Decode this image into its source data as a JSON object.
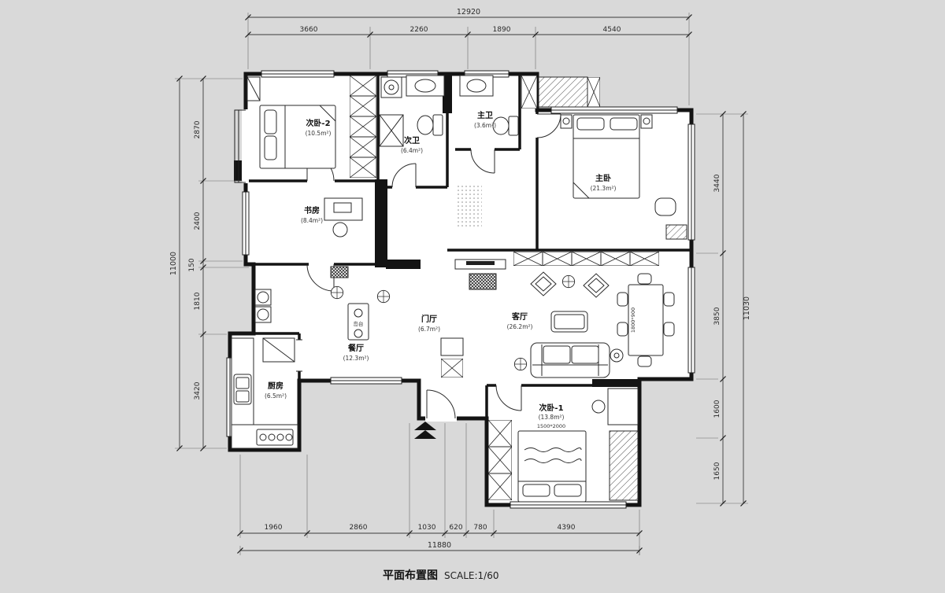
{
  "title": {
    "main": "平面布置图",
    "scale": "SCALE:1/60"
  },
  "dims": {
    "top_total": "12920",
    "top": [
      "3660",
      "2260",
      "1890",
      "4540"
    ],
    "left_total": "11000",
    "left": [
      "2870",
      "2400",
      "150",
      "1810",
      "3420"
    ],
    "right_total": "11030",
    "right": [
      "3440",
      "3850",
      "1600",
      "1650"
    ],
    "bottom_total": "11880",
    "bottom": [
      "1960",
      "2860",
      "1030",
      "620",
      "780",
      "4390"
    ]
  },
  "rooms": {
    "bedroom2": {
      "name": "次卧-2",
      "area": "(10.5m²)"
    },
    "bath2": {
      "name": "次卫",
      "area": "(6.4m²)"
    },
    "master_bath": {
      "name": "主卫",
      "area": "(3.6m²)"
    },
    "master_bedroom": {
      "name": "主卧",
      "area": "(21.3m²)"
    },
    "study": {
      "name": "书房",
      "area": "(8.4m²)"
    },
    "foyer": {
      "name": "门厅",
      "area": "(6.7m²)"
    },
    "living": {
      "name": "客厅",
      "area": "(26.2m²)"
    },
    "dining": {
      "name": "餐厅",
      "area": "(12.3m²)"
    },
    "kitchen": {
      "name": "厨房",
      "area": "(6.5m²)"
    },
    "bedroom1": {
      "name": "次卧-1",
      "area": "(13.8m²)"
    }
  },
  "annotations": {
    "dining_table_size": "1800*900",
    "bed_size": "1500*2000",
    "island": "岛台"
  },
  "colors": {
    "background": "#d9d9d9",
    "paper": "#ffffff",
    "line": "#141414"
  }
}
